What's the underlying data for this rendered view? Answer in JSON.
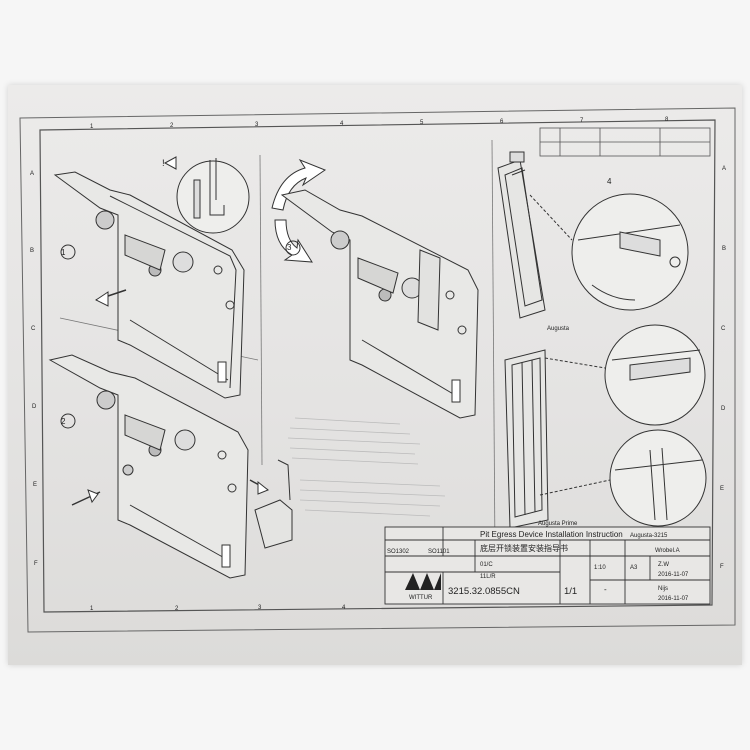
{
  "title_block": {
    "title_en": "Pit Egress Device Installation Instruction",
    "title_cn": "底层开锁装置安装指导书",
    "product": "Augusta-3215",
    "drawing_number": "3215.32.0855CN",
    "sheet": "1/1",
    "company": "WITTUR",
    "material_code": "01/C",
    "revision_code": "11L/R",
    "scale": "1:10",
    "paper_size": "A3",
    "drawn_by": "Wrobel.A",
    "checked_by": "Z.W",
    "approved_by": "Nijs",
    "date_1": "2016-11-07",
    "date_2": "2016-11-07",
    "std_1": "SO1302",
    "std_2": "SO1101",
    "dash": "-"
  },
  "steps": [
    "1",
    "2",
    "3",
    "4"
  ],
  "labels": {
    "augusta": "Augusta",
    "augusta_prime": "Augusta Prime",
    "warning": "!"
  },
  "border_columns": [
    "1",
    "2",
    "3",
    "4",
    "5",
    "6",
    "7",
    "8"
  ],
  "border_rows": [
    "A",
    "B",
    "C",
    "D",
    "E",
    "F"
  ]
}
